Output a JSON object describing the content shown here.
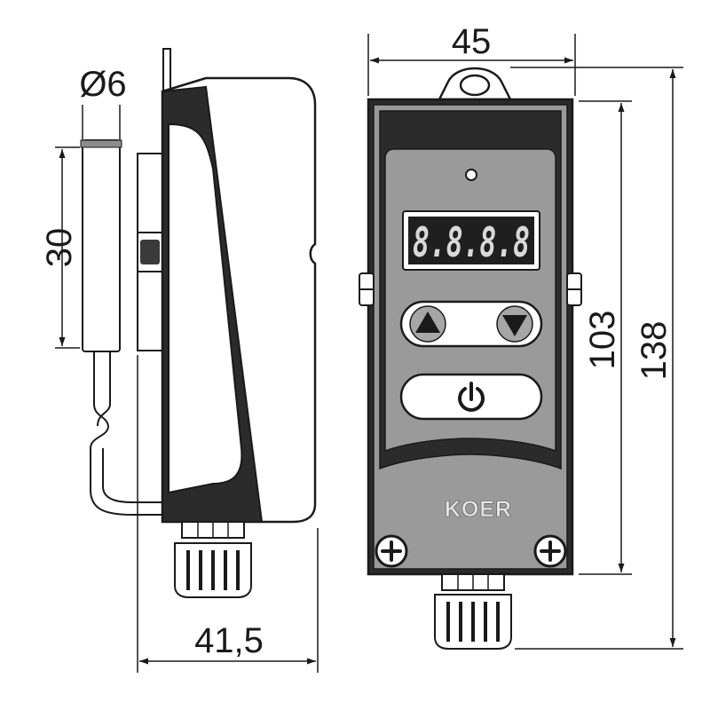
{
  "dimensions": {
    "diameter": "Ø6",
    "probe_length": "30",
    "side_depth": "41,5",
    "front_width": "45",
    "front_height_inner": "103",
    "front_height_total": "138"
  },
  "device": {
    "display": "8.8.8.8",
    "brand": "KOER"
  },
  "colors": {
    "line": "#1a1a1a",
    "body_light": "#9a9a9a",
    "body_dark": "#2b2b2b",
    "display_bg": "#1f1f1f",
    "display_digits": "#d9d9d9",
    "brand_text": "#e6e6e6",
    "button_fill": "#a6a6a6"
  },
  "icons": [
    "up-arrow-icon",
    "down-arrow-icon",
    "power-icon",
    "screw-icon"
  ]
}
